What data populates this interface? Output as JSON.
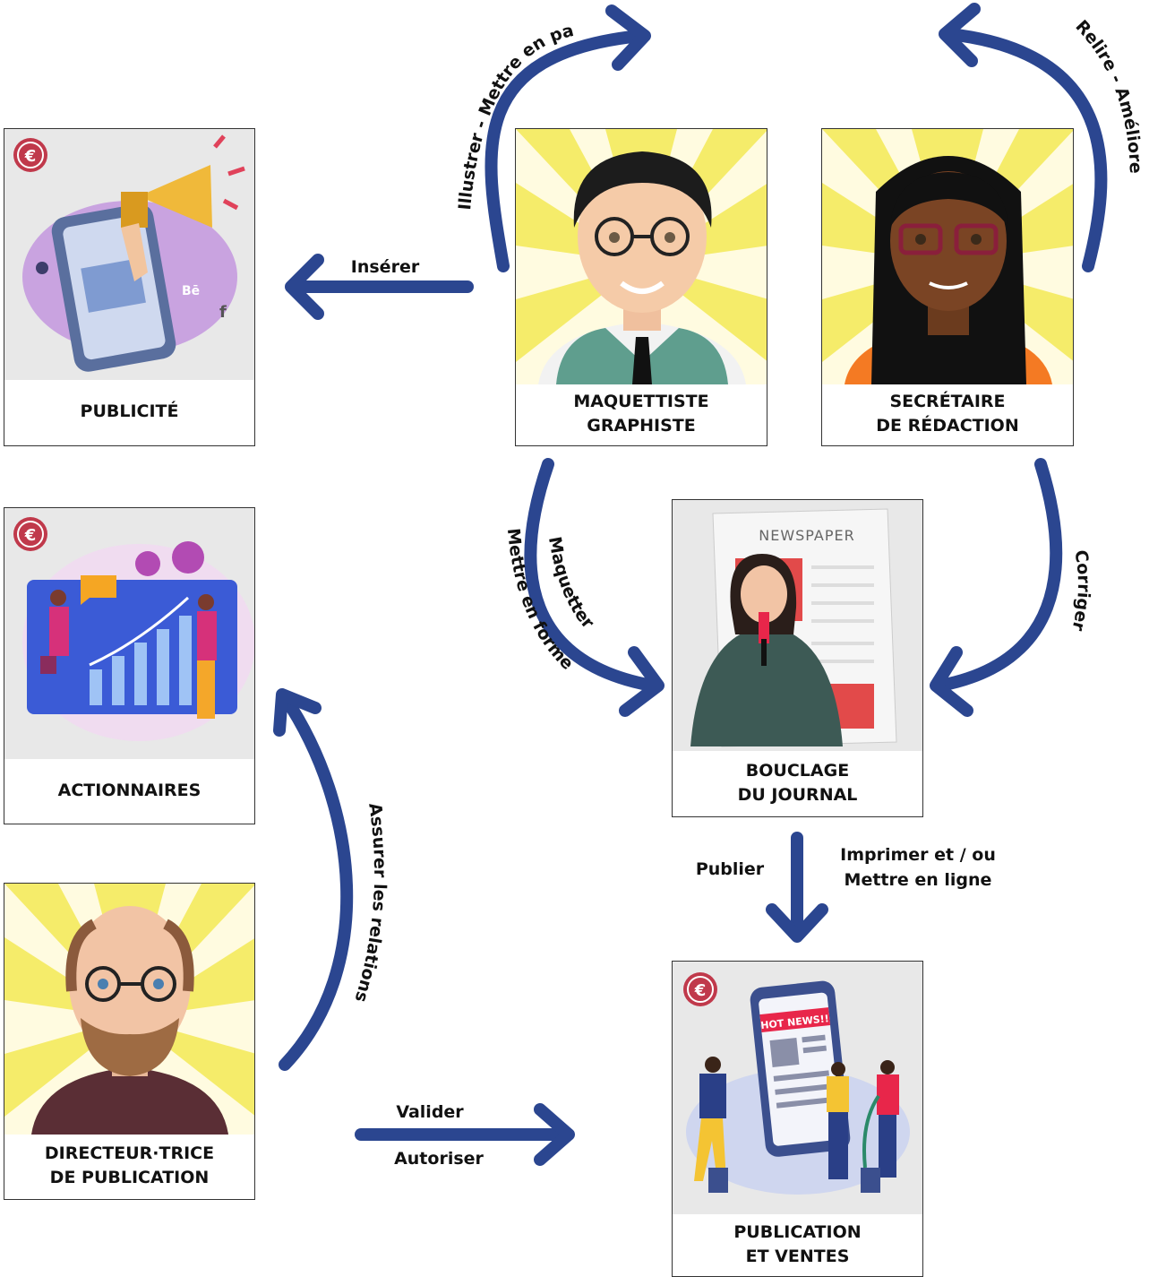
{
  "cards": {
    "publicite": {
      "label": [
        "PUBLICITÉ"
      ],
      "icon": "euro-badge-icon"
    },
    "actionnaires": {
      "label": [
        "ACTIONNAIRES"
      ],
      "icon": "euro-badge-icon"
    },
    "directeur": {
      "label": [
        "DIRECTEUR·TRICE",
        "DE PUBLICATION"
      ]
    },
    "maquettiste": {
      "label": [
        "MAQUETTISTE",
        "GRAPHISTE"
      ]
    },
    "secretaire": {
      "label": [
        "SECRÉTAIRE",
        "DE RÉDACTION"
      ]
    },
    "bouclage": {
      "label": [
        "BOUCLAGE",
        "DU JOURNAL"
      ],
      "newspaper_title": "NEWSPAPER"
    },
    "publication": {
      "label": [
        "PUBLICATION",
        "ET VENTES"
      ],
      "icon": "euro-badge-icon",
      "phone_banner": "HOT NEWS!!"
    }
  },
  "edges": {
    "illustrer": "Illustrer - Mettre en page",
    "relire": "Relire - Améliorer",
    "inserer": "Insérer",
    "mettre_en_forme": "Mettre en forme",
    "maquetter": "Maquetter",
    "corriger": "Corriger",
    "publier": "Publier",
    "imprimer": [
      "Imprimer et / ou",
      "Mettre en ligne"
    ],
    "assurer": "Assurer les relations",
    "valider": "Valider",
    "autoriser": "Autoriser"
  },
  "colors": {
    "arrow": "#2b4690",
    "euro": "#c0394b",
    "sunburst": "#f5ec6a"
  }
}
